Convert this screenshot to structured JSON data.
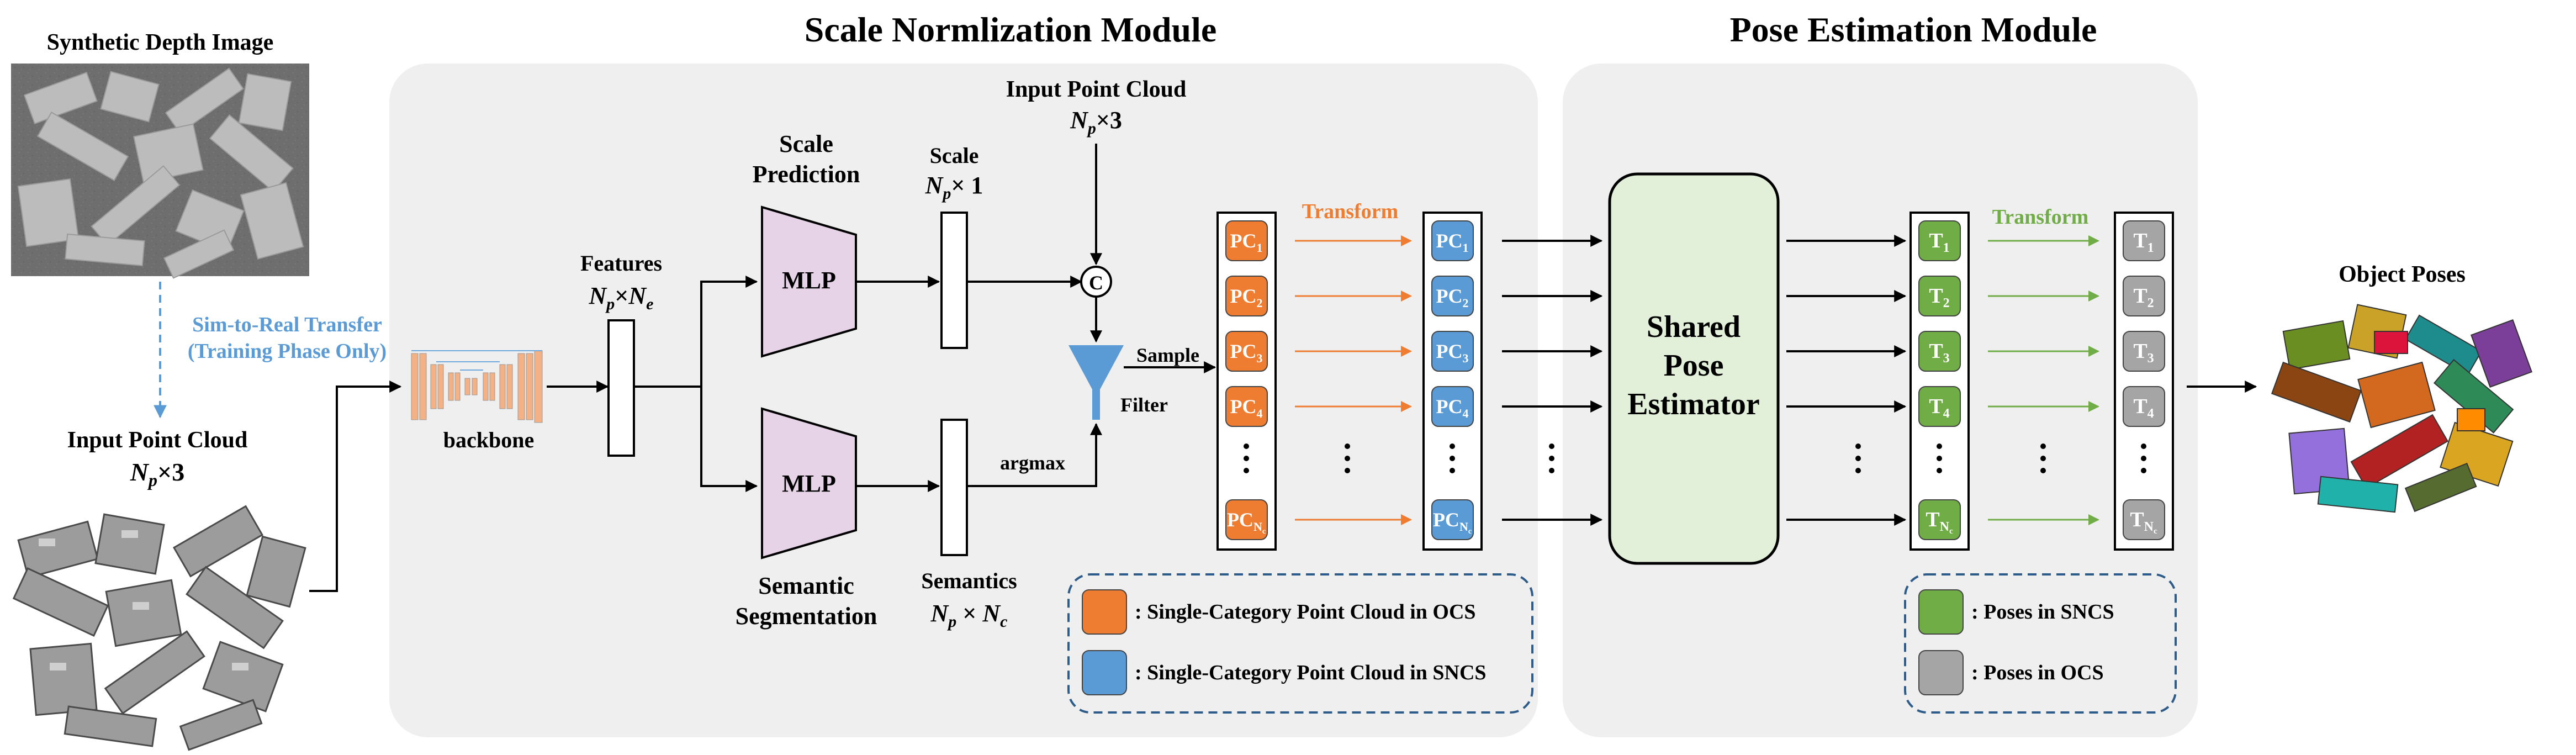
{
  "left": {
    "synthetic_title": "Synthetic Depth Image",
    "transfer_line1": "Sim-to-Real Transfer",
    "transfer_line2": "(Training Phase Only)",
    "input_title": "Input Point Cloud",
    "input_dim_base": "N",
    "input_dim_sub": "p",
    "input_dim_rest": "×3",
    "result_title": "Object Poses"
  },
  "scale_module": {
    "title": "Scale Normlization Module",
    "backbone_label": "backbone",
    "features_label": "Features",
    "features_dim": {
      "base": "N",
      "sub": "p",
      "mid": "×",
      "base2": "N",
      "sub2": "e"
    },
    "scale_pred_line1": "Scale",
    "scale_pred_line2": "Prediction",
    "mlp_label": "MLP",
    "sem_seg_line1": "Semantic",
    "sem_seg_line2": "Segmentation",
    "scale_label": "Scale",
    "scale_dim": {
      "base": "N",
      "sub": "p",
      "rest": "× 1"
    },
    "semantics_label": "Semantics",
    "semantics_dim": {
      "base": "N",
      "sub": "p",
      "mid": " × ",
      "base2": "N",
      "sub2": "c"
    },
    "input_pc_title": "Input Point Cloud",
    "input_pc_dim": {
      "base": "N",
      "sub": "p",
      "rest": "×3"
    },
    "concat_symbol": "C",
    "sample_label": "Sample",
    "filter_label": "Filter",
    "argmax_label": "argmax",
    "transform_label": "Transform",
    "pc_items": [
      {
        "base": "PC",
        "sub": "1"
      },
      {
        "base": "PC",
        "sub": "2"
      },
      {
        "base": "PC",
        "sub": "3"
      },
      {
        "base": "PC",
        "sub": "4"
      },
      {
        "base": "PC",
        "sub": "N",
        "subsub": "c"
      }
    ],
    "legend": [
      {
        "label": ": Single-Category Point Cloud in OCS",
        "color": "#EE7D31"
      },
      {
        "label": ": Single-Category Point Cloud in SNCS",
        "color": "#5B9BD5"
      }
    ]
  },
  "pose_module": {
    "title": "Pose Estimation Module",
    "estimator_line1": "Shared",
    "estimator_line2": "Pose",
    "estimator_line3": "Estimator",
    "transform_label": "Transform",
    "t_items": [
      {
        "base": "T",
        "sub": "1"
      },
      {
        "base": "T",
        "sub": "2"
      },
      {
        "base": "T",
        "sub": "3"
      },
      {
        "base": "T",
        "sub": "4"
      },
      {
        "base": "T",
        "sub": "N",
        "subsub": "c"
      }
    ],
    "legend": [
      {
        "label": ": Poses in SNCS",
        "color": "#70AD47"
      },
      {
        "label": ": Poses in OCS",
        "color": "#A5A5A5"
      }
    ]
  },
  "colors": {
    "panel_bg": "#EFEFEF",
    "mlp_fill": "#E6D3E8",
    "estimator_fill": "#E2EFD9",
    "orange": "#EE7D31",
    "blue": "#5B9BD5",
    "green": "#70AD47",
    "gray": "#A5A5A5",
    "transfer_blue": "#5B9BD5",
    "orange_text": "#EE7D31",
    "green_text": "#70AD47",
    "legend_border": "#2E5C8A"
  }
}
